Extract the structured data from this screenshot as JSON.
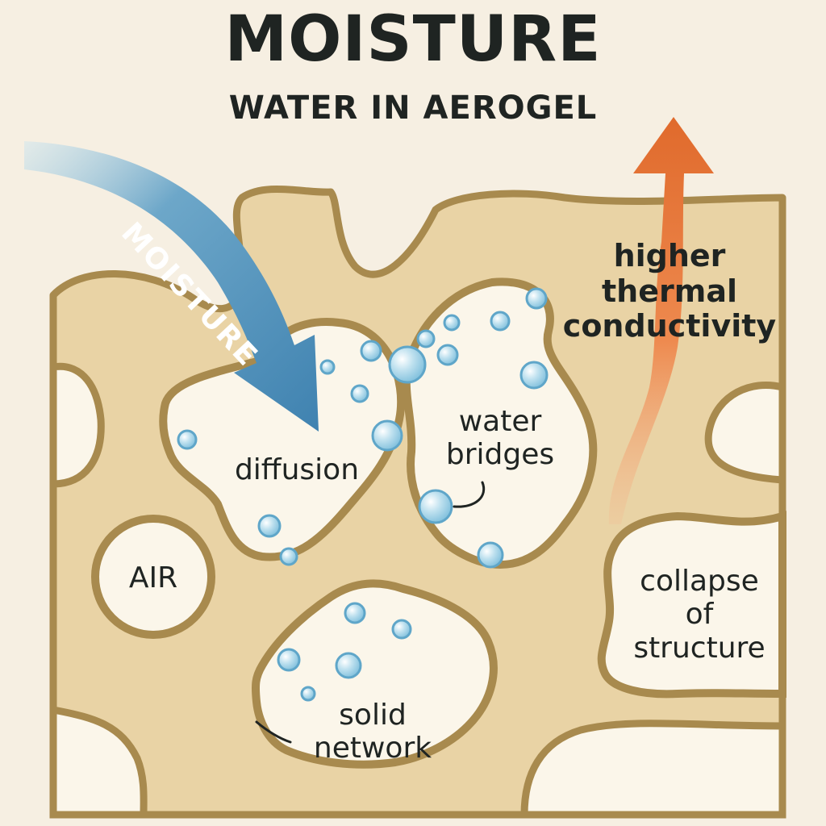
{
  "title": "MOISTURE",
  "subtitle": "WATER IN AEROGEL",
  "arrow_label": "MOISTURE",
  "labels": {
    "higher_thermal_conductivity": [
      "higher",
      "thermal",
      "conductivity"
    ],
    "diffusion": "diffusion",
    "water_bridges": [
      "water",
      "bridges"
    ],
    "air": "AIR",
    "collapse_of_structure": [
      "collapse",
      "of",
      "structure"
    ],
    "solid_network": [
      "solid",
      "network"
    ]
  },
  "colors": {
    "background": "#f6efe2",
    "solid_network_fill": "#e9d3a5",
    "solid_network_outline": "#a88a4e",
    "pore_fill": "#fbf6ea",
    "moisture_arrow": "#4f8fb8",
    "heat_arrow": "#e06a2c",
    "water_droplet": "#7fbfdc",
    "text": "#1f2422"
  },
  "icons": {
    "moisture_arrow": "curved-arrow-down-right",
    "heat_arrow": "arrow-up",
    "droplet": "water-droplet"
  }
}
